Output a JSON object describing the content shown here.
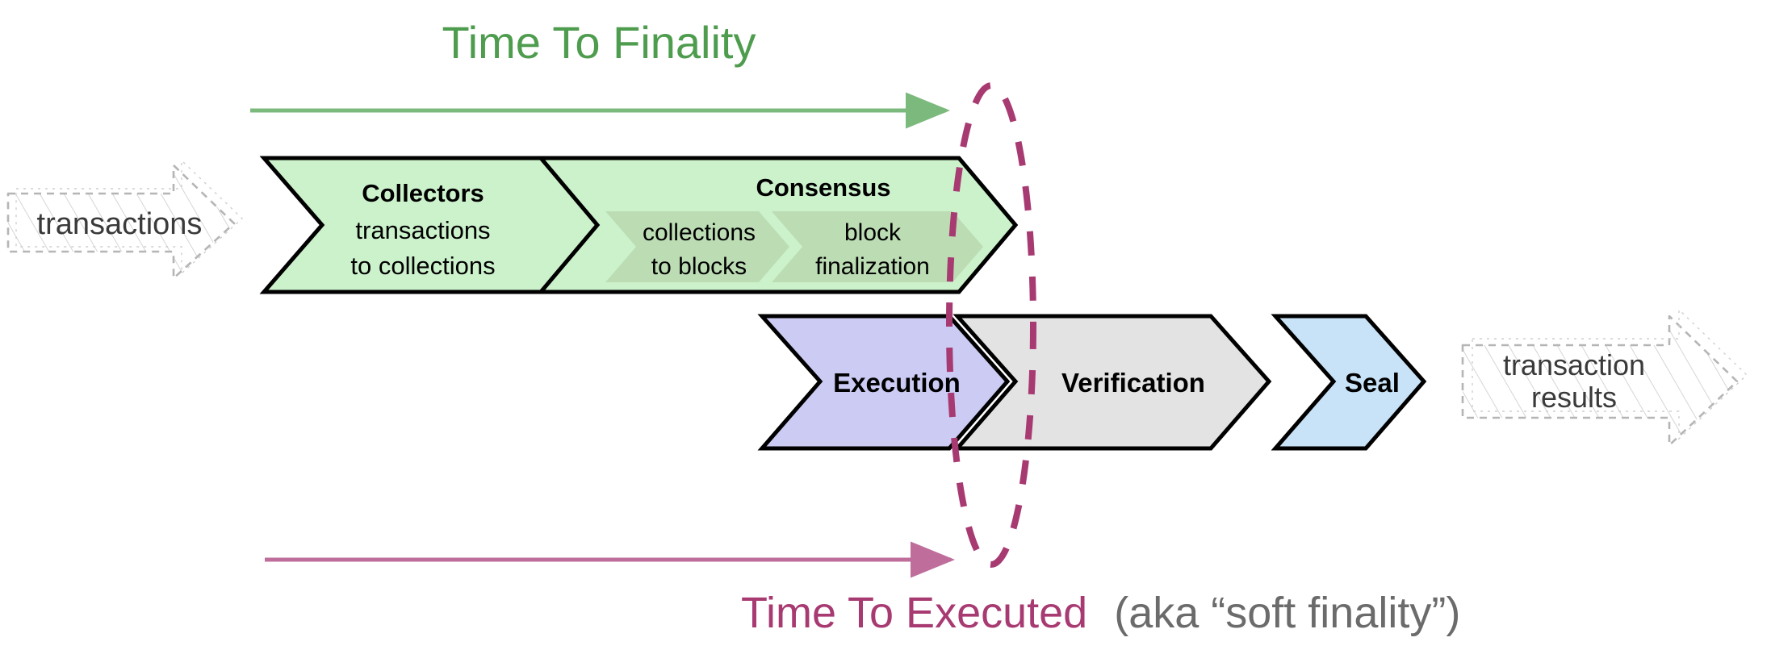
{
  "diagram": {
    "title_top": "Time To Finality",
    "title_bottom_emph": "Time To Executed",
    "title_bottom_rest": "(aka “soft finality”)",
    "input_ghost": "transactions",
    "output_ghost_line1": "transaction",
    "output_ghost_line2": "results",
    "colors": {
      "green_fill": "#ccf2cc",
      "green_inner_fill": "#bcdcb4",
      "purple_fill": "#cbcbf4",
      "gray_fill": "#e3e3e3",
      "blue_fill": "#c8e2f7",
      "stroke": "#000000",
      "arrow_green": "#7cb97c",
      "arrow_purple": "#bf6e9c",
      "ellipse_dash": "#a83a72",
      "ghost_stroke": "#b0b0b0",
      "title_green": "#4e9c4e",
      "title_purple": "#a83a72",
      "title_gray": "#6b6b6b"
    },
    "top_row": [
      {
        "id": "collectors",
        "title": "Collectors",
        "sub_line1": "transactions",
        "sub_line2": "to collections",
        "fill": "#ccf2cc"
      },
      {
        "id": "consensus",
        "title": "Consensus",
        "fill": "#ccf2cc",
        "inner": [
          {
            "id": "collections-to-blocks",
            "line1": "collections",
            "line2": "to blocks",
            "fill": "#bcdcb4"
          },
          {
            "id": "block-finalization",
            "line1": "block",
            "line2": "finalization",
            "fill": "#bcdcb4"
          }
        ]
      }
    ],
    "bottom_row": [
      {
        "id": "execution",
        "title": "Execution",
        "fill": "#cbcbf4"
      },
      {
        "id": "verification",
        "title": "Verification",
        "fill": "#e3e3e3"
      },
      {
        "id": "seal",
        "title": "Seal",
        "fill": "#c8e2f7"
      }
    ]
  }
}
